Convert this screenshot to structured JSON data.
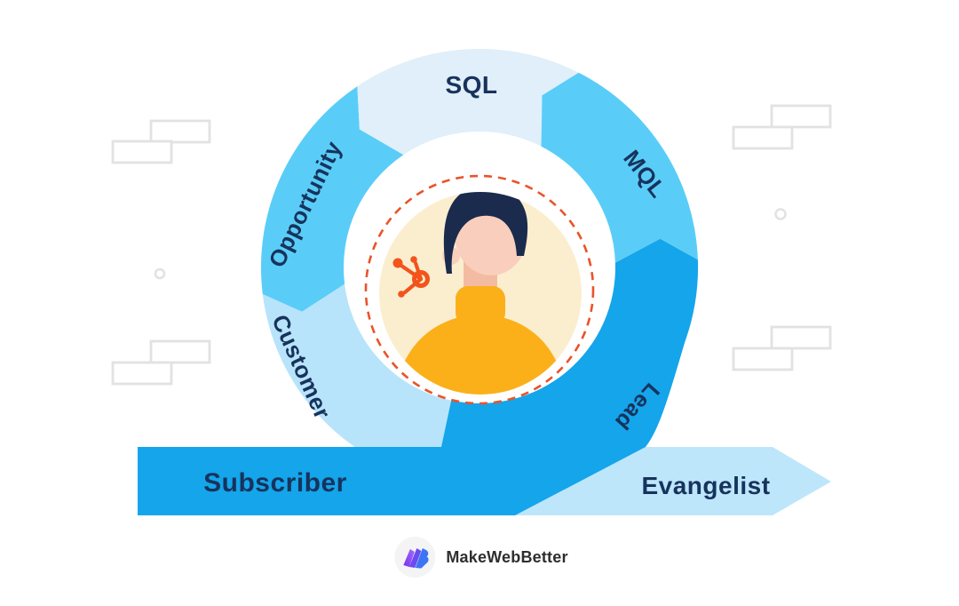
{
  "diagram": {
    "stages": [
      {
        "id": "subscriber",
        "label": "Subscriber"
      },
      {
        "id": "lead",
        "label": "Lead"
      },
      {
        "id": "mql",
        "label": "MQL"
      },
      {
        "id": "sql",
        "label": "SQL"
      },
      {
        "id": "opportunity",
        "label": "Opportunity"
      },
      {
        "id": "customer",
        "label": "Customer"
      },
      {
        "id": "evangelist",
        "label": "Evangelist"
      }
    ],
    "colors": {
      "bright_blue": "#14A5EB",
      "sky_blue": "#59CDF8",
      "pale_blue": "#E0EFF9",
      "customer_blue": "#B8E4FB",
      "evangelist_blue": "#BDE6FB",
      "label_navy": "#17335C",
      "decoration_gray": "#E2E2E3",
      "avatar_bg_cream": "#FBEECF",
      "dashed_ring_orange": "#EA5329",
      "hubspot_orange": "#F2541B",
      "hair_navy": "#1A2B4D",
      "skin": "#F9CEBC",
      "neck_skin": "#F3BBA1",
      "sweater_yellow": "#FBB01A"
    },
    "center_icon": "hubspot-sprocket-icon",
    "center_illustration": "person-avatar"
  },
  "brand": {
    "name": "MakeWebBetter"
  }
}
